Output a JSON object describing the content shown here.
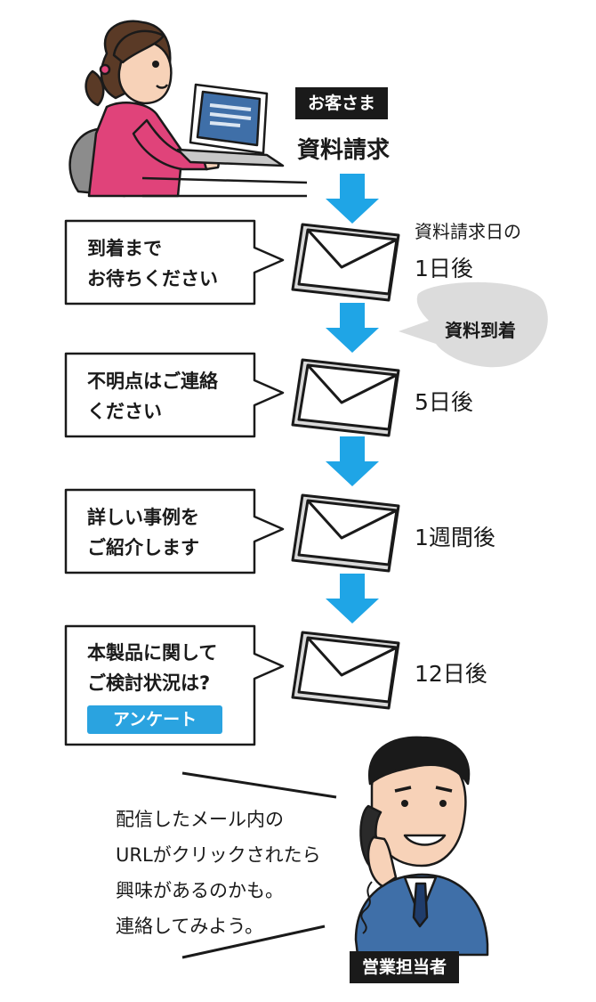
{
  "customer": {
    "tag": "お客さま",
    "action": "資料請求"
  },
  "steps": [
    {
      "lines": [
        "到着まで",
        "お待ちください"
      ],
      "timing_prefix": "資料請求日の",
      "timing": "1日後"
    },
    {
      "lines": [
        "不明点はご連絡",
        "ください"
      ],
      "timing": "5日後"
    },
    {
      "lines": [
        "詳しい事例を",
        "ご紹介します"
      ],
      "timing": "1週間後"
    },
    {
      "lines": [
        "本製品に関して",
        "ご検討状況は?"
      ],
      "badge": "アンケート",
      "timing": "12日後"
    }
  ],
  "cloud": {
    "text": "資料到着"
  },
  "sales": {
    "tag": "営業担当者",
    "speech": [
      "配信したメール内の",
      "URLがクリックされたら",
      "興味があるのかも。",
      "連絡してみよう。"
    ]
  },
  "colors": {
    "arrow": "#1fa5e6",
    "badge": "#2aa3e0",
    "ink": "#1a1a1a",
    "cloud": "#dcdcdc"
  }
}
